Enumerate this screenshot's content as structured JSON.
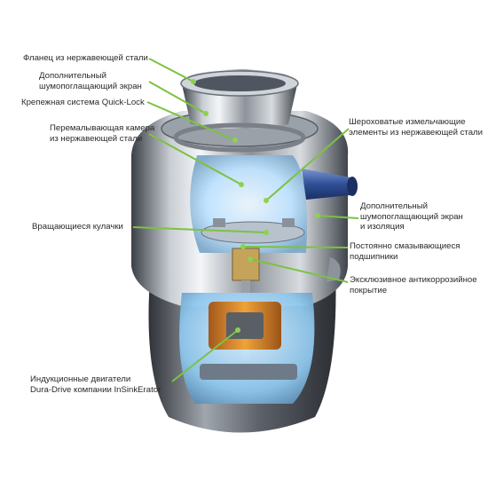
{
  "colors": {
    "leader": "#7cc242",
    "dot": "#8fd14f",
    "text": "#2a2a2a",
    "steel_dark": "#4a4f57",
    "steel_light": "#e8ecf0",
    "chamber_glow": "#bfe3ff",
    "motor_copper": "#e0902c",
    "pipe_blue": "#3a5ea8"
  },
  "labels_left": [
    {
      "id": "flange",
      "text": "Фланец из нержавеющей стали"
    },
    {
      "id": "noise-screen-top",
      "text": "Дополнительный\nшумопоглащающий экран"
    },
    {
      "id": "quick-lock",
      "text": "Крепежная система Quick-Lock"
    },
    {
      "id": "grinding-chamber",
      "text": "Перемалывающая камера\nиз нержавеющей стали"
    },
    {
      "id": "rotating-cams",
      "text": "Вращающиеся кулачки"
    },
    {
      "id": "induction-motors",
      "text": "Индукционные двигатели\nDura-Drive компании InSinkErator"
    }
  ],
  "labels_right": [
    {
      "id": "rough-elements",
      "text": "Шероховатые измельчающие\nэлементы из нержавеющей стали"
    },
    {
      "id": "noise-screen-side",
      "text": "Дополнительный\nшумопоглащающий экран\nи изоляция"
    },
    {
      "id": "bearings",
      "text": "Постоянно смазывающиеся\nподшипники"
    },
    {
      "id": "anticorrosion",
      "text": "Эксклюзивное антикоррозийное\nпокрытие"
    }
  ]
}
